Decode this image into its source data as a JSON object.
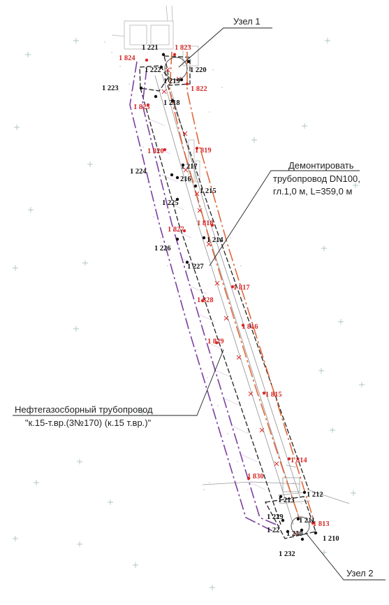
{
  "callouts": {
    "node_1": "Узел 1",
    "node_2": "Узел 2",
    "dismantle": [
      "Демонтировать",
      "трубопровод DN100,",
      "гл.1,0 м, L=359,0 м"
    ],
    "pipeline": [
      "Нефтегазосборный трубопровод",
      "\"к.15-т.вр.(3№170) (к.15 т.вр.)\""
    ]
  },
  "points_black": [
    "1 221",
    "1 222",
    "1 220",
    "1 219",
    "1 223",
    "1 218",
    "1 217",
    "1 224",
    "216",
    "1 215",
    "1 225",
    "1 214",
    "1 226",
    "1 227",
    "1 213",
    "1 212",
    "1 229",
    "1 211",
    "1 22",
    "1 230",
    "1 210",
    "1 232"
  ],
  "points_red": [
    "1 823",
    "1 824",
    "1 822",
    "1 825",
    "1 819",
    "1 820",
    "1 818",
    "1 827",
    "1 817",
    "1 828",
    "1 816",
    "1 829",
    "1 815",
    "1 814",
    "1 830",
    "1 813"
  ],
  "colors": {
    "boundary_black": "#222222",
    "boundary_red": "#d62a2a",
    "route_purple": "#7b3fa0",
    "route_orange": "#e0683a",
    "existing_pipe_gray": "#9a9a9a",
    "marker_red": "#d62a2a"
  }
}
